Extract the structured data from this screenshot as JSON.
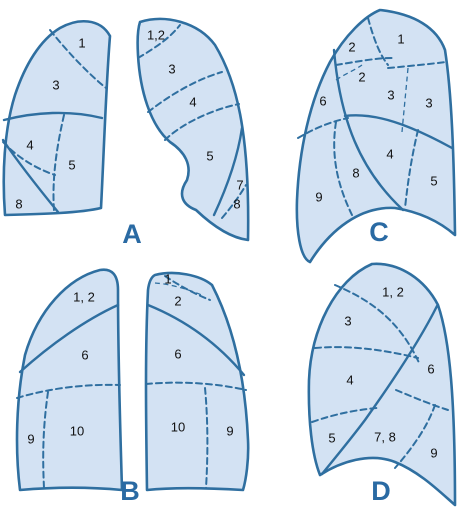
{
  "panels": {
    "A": {
      "letter": "A",
      "left": [
        "1",
        "3",
        "4",
        "5",
        "8"
      ],
      "right": [
        "1,2",
        "3",
        "4",
        "5",
        "7",
        "8"
      ]
    },
    "B": {
      "letter": "B",
      "left": [
        "1, 2",
        "6",
        "9",
        "10"
      ],
      "right": [
        "1",
        "2",
        "6",
        "10",
        "9"
      ]
    },
    "C": {
      "letter": "C",
      "labels": [
        "1",
        "2",
        "2",
        "3",
        "3",
        "6",
        "4",
        "8",
        "9",
        "5"
      ]
    },
    "D": {
      "letter": "D",
      "labels": [
        "1, 2",
        "3",
        "4",
        "6",
        "5",
        "7, 8",
        "9"
      ]
    }
  },
  "colors": {
    "fill": "#d3e2f3",
    "stroke": "#2f6fa0",
    "letter": "#2a6aa3"
  }
}
